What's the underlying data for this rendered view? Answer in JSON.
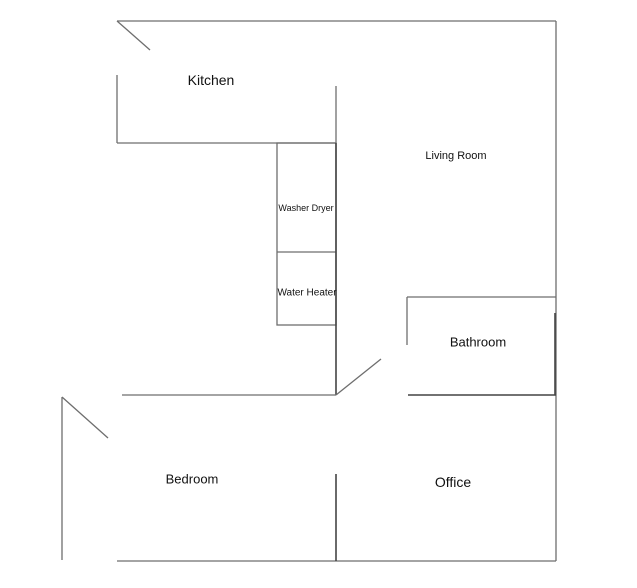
{
  "diagram": {
    "type": "floor-plan",
    "rooms": [
      {
        "id": "kitchen",
        "label": "Kitchen"
      },
      {
        "id": "living-room",
        "label": "Living Room"
      },
      {
        "id": "washer-dryer",
        "label": "Washer Dryer"
      },
      {
        "id": "water-heater",
        "label": "Water Heater"
      },
      {
        "id": "bathroom",
        "label": "Bathroom"
      },
      {
        "id": "bedroom",
        "label": "Bedroom"
      },
      {
        "id": "office",
        "label": "Office"
      }
    ],
    "colors": {
      "wall": "#6e6e6e",
      "wall_dark": "#444444",
      "text": "#111111",
      "background": "#ffffff"
    }
  }
}
